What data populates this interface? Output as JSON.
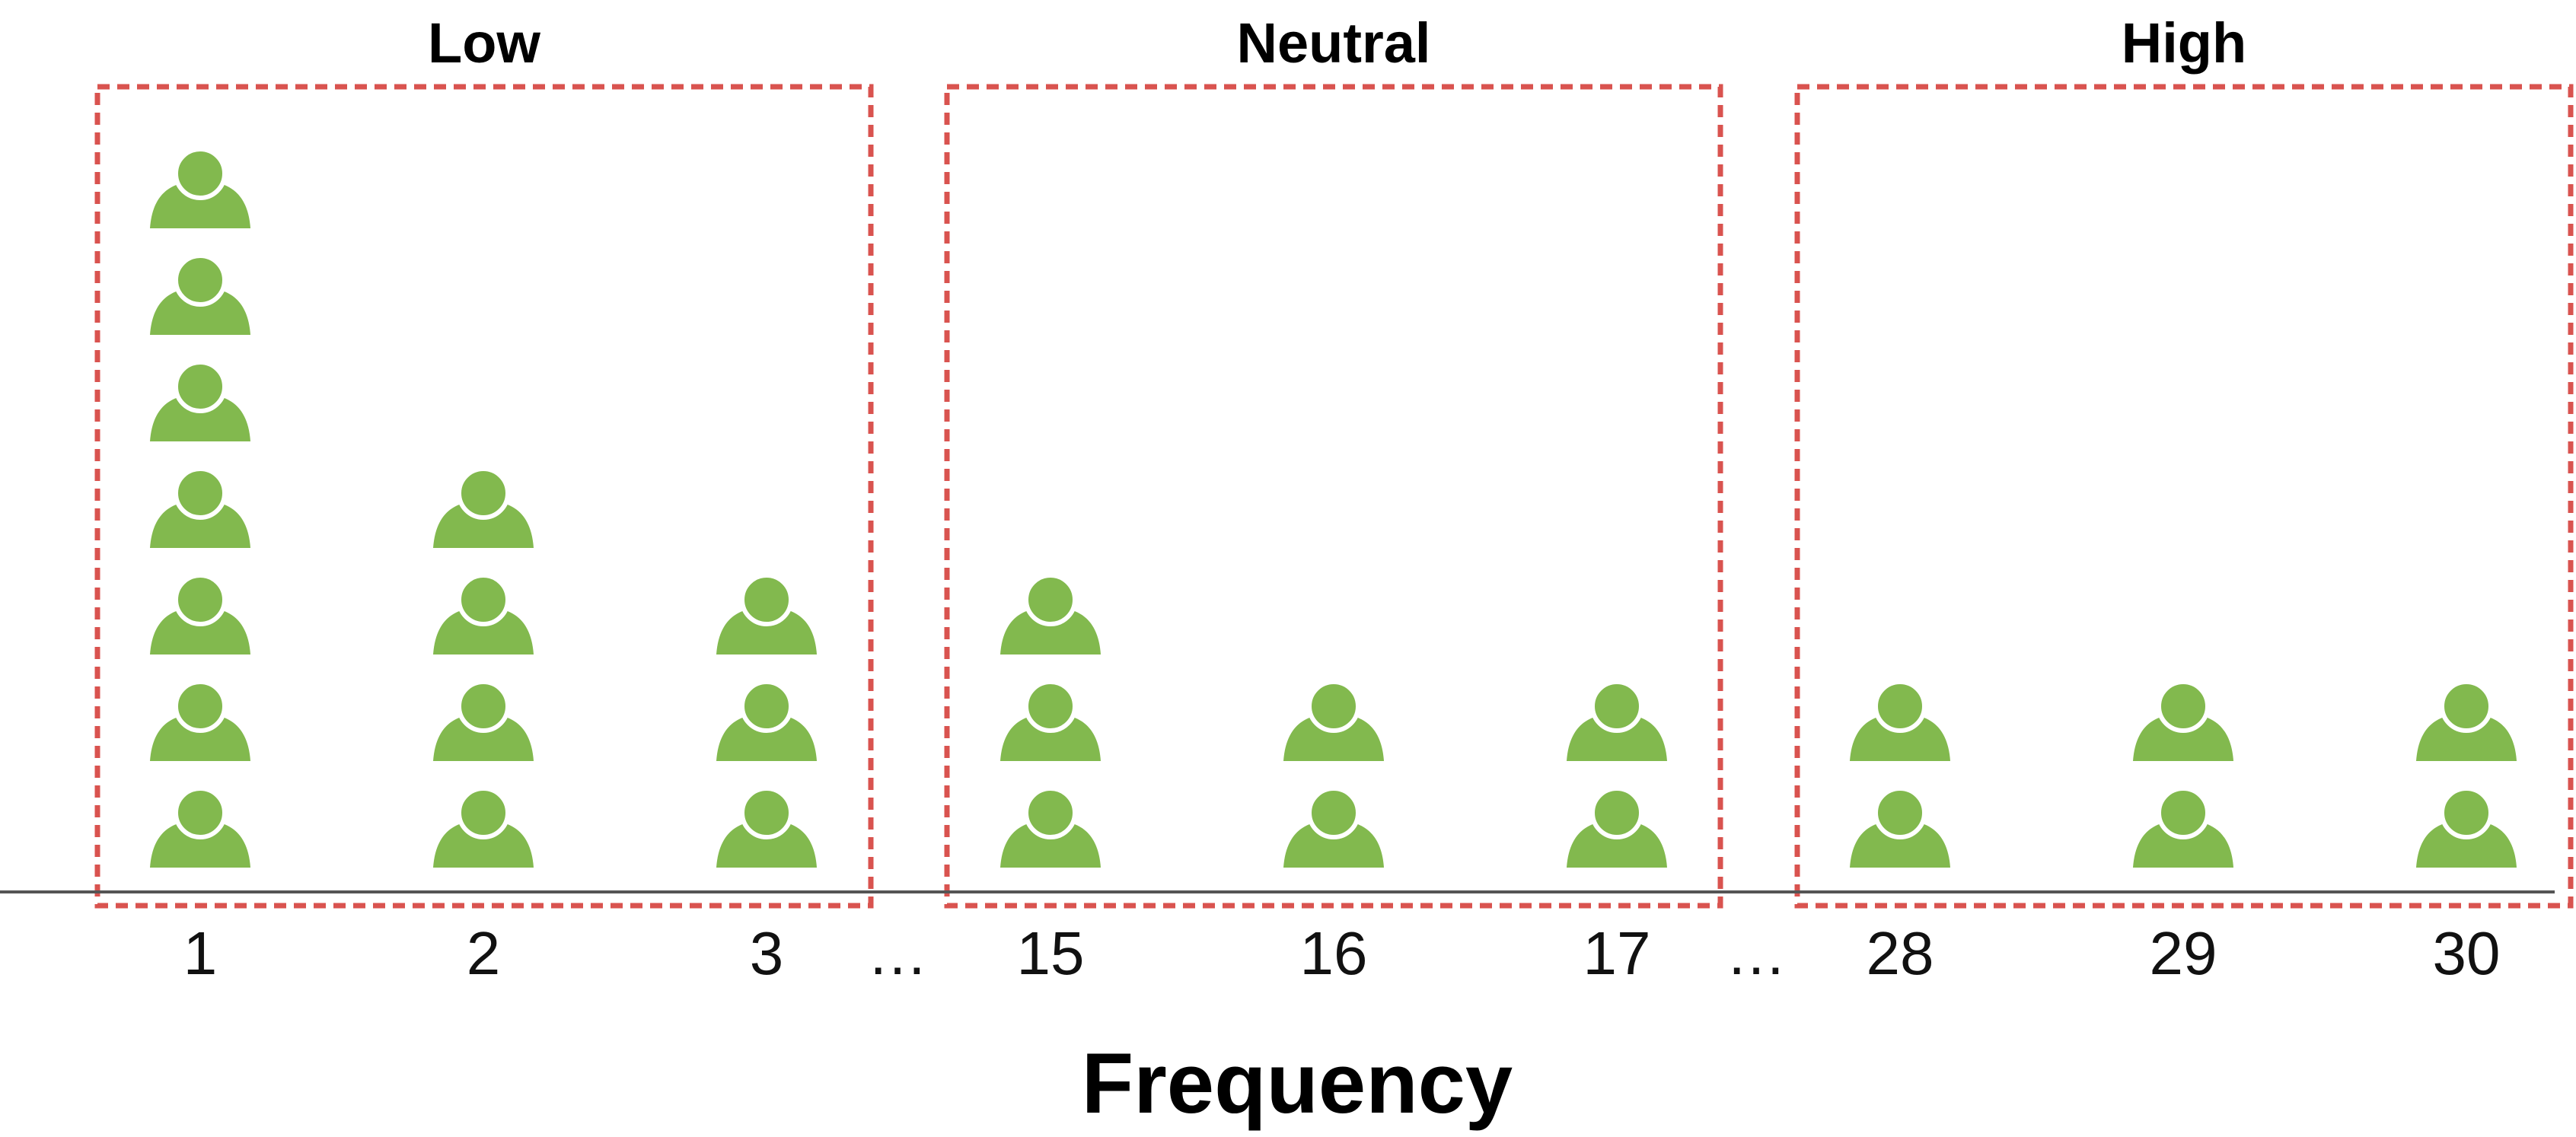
{
  "chart_data": {
    "type": "pictograph",
    "xlabel": "Frequency",
    "x_ticks": [
      "1",
      "2",
      "3",
      "…",
      "15",
      "16",
      "17",
      "…",
      "28",
      "29",
      "30"
    ],
    "groups": [
      {
        "name": "Low",
        "frequencies": [
          1,
          2,
          3
        ],
        "counts": [
          7,
          4,
          3
        ]
      },
      {
        "name": "Neutral",
        "frequencies": [
          15,
          16,
          17
        ],
        "counts": [
          3,
          2,
          2
        ]
      },
      {
        "name": "High",
        "frequencies": [
          28,
          29,
          30
        ],
        "counts": [
          2,
          2,
          2
        ]
      }
    ],
    "icon": "person-icon",
    "colors": {
      "person": "#82b94e",
      "box": "#d9534f",
      "axis": "#555555"
    }
  }
}
